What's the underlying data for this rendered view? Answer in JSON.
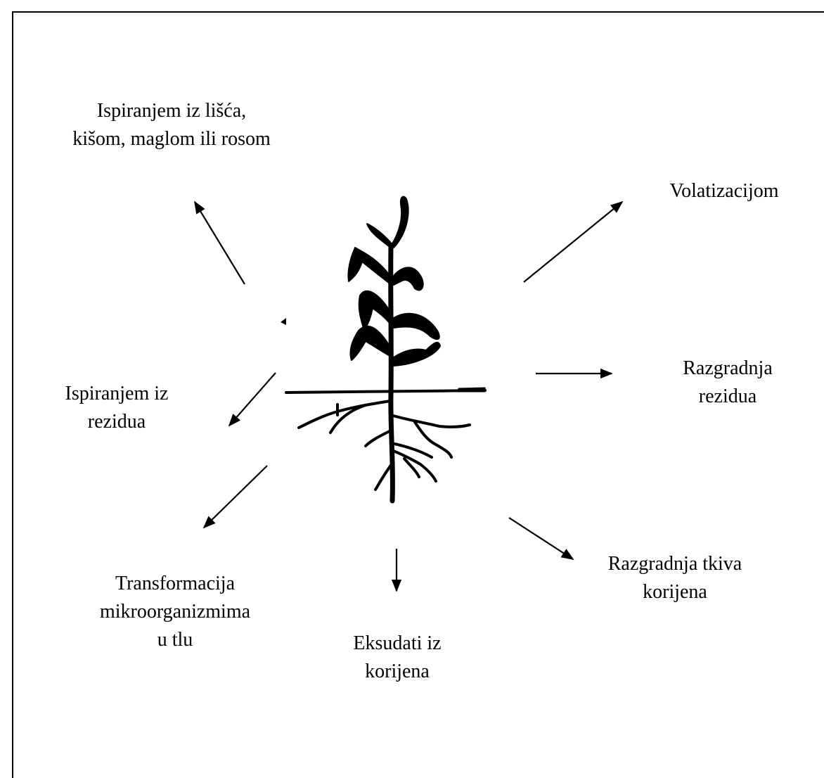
{
  "labels": {
    "leaf_leaching": {
      "line1": "Ispiranjem iz lišća,",
      "line2": "kišom, maglom ili rosom"
    },
    "volatilization": {
      "line1": "Volatizacijom"
    },
    "residue_decomposition": {
      "line1": "Razgradnja",
      "line2": "rezidua"
    },
    "residue_leaching": {
      "line1": "Ispiranjem iz",
      "line2": "rezidua"
    },
    "microbial_transformation": {
      "line1": "Transformacija",
      "line2": "mikroorganizmima",
      "line3": "u tlu"
    },
    "root_exudates": {
      "line1": "Eksudati iz",
      "line2": "korijena"
    },
    "root_tissue_decomposition": {
      "line1": "Razgradnja tkiva",
      "line2": "korijena"
    }
  },
  "illustration": {
    "subject": "plant-with-roots"
  },
  "colors": {
    "ink": "#000000",
    "background": "#ffffff"
  }
}
